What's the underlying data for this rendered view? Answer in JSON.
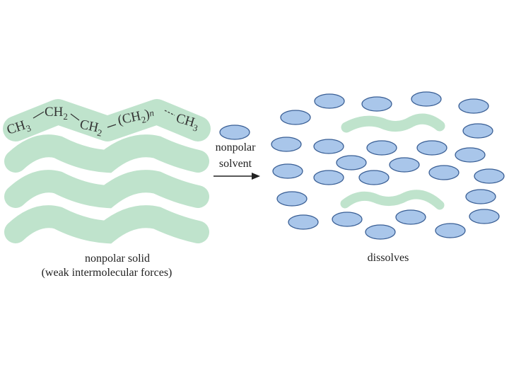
{
  "colors": {
    "chain": "#bfe3cc",
    "solvent_fill": "#a9c6ea",
    "solvent_stroke": "#3a5f95",
    "text": "#222222"
  },
  "formula": {
    "ch3_left": "CH",
    "ch3_left_sub": "3",
    "ch2_a": "CH",
    "ch2_a_sub": "2",
    "ch2_b": "CH",
    "ch2_b_sub": "2",
    "ch2_n_open": "(CH",
    "ch2_n_sub": "2",
    "ch2_n_close": ")",
    "n": "n",
    "ch3_right": "CH",
    "ch3_right_sub": "3"
  },
  "arrow": {
    "label_line1": "nonpolar",
    "label_line2": "solvent"
  },
  "left_caption": {
    "line1": "nonpolar solid",
    "line2": "(weak intermolecular forces)"
  },
  "right_caption": "dissolves"
}
